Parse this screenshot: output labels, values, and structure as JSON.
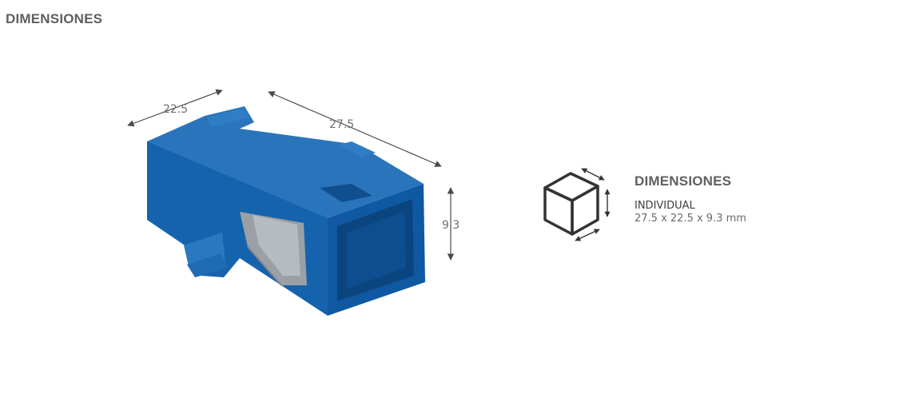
{
  "header": {
    "title": "DIMENSIONES"
  },
  "product": {
    "dimensions": {
      "width_label": "22.5",
      "length_label": "27.5",
      "height_label": "9.3"
    }
  },
  "info": {
    "title": "DIMENSIONES",
    "label": "INDIVIDUAL",
    "value": "27.5 x 22.5 x 9.3 mm"
  },
  "colors": {
    "product_blue": "#1560a8",
    "product_blue_dark": "#0b4a8a",
    "product_blue_light": "#2a78c0",
    "clip_gray": "#9aa0a6",
    "text_gray": "#5f5f5f"
  }
}
